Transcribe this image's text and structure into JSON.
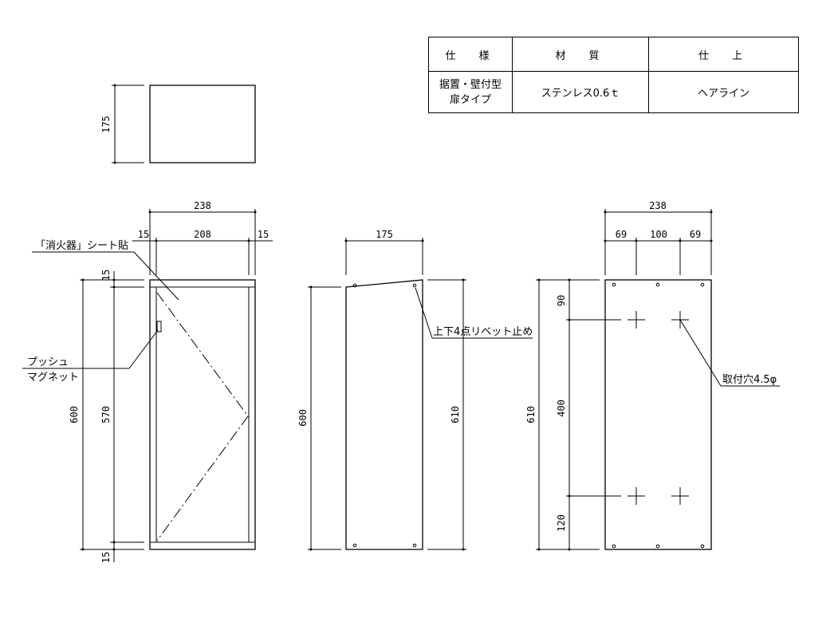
{
  "spec_table": {
    "headers": [
      "仕　様",
      "材　質",
      "仕　上"
    ],
    "row": {
      "spec_line1": "据置・壁付型",
      "spec_line2": "扉タイプ",
      "material": "ステンレス0.6ｔ",
      "finish": "ヘアライン"
    }
  },
  "top_view": {
    "depth_dim": "175"
  },
  "front_view": {
    "width_overall": "238",
    "side_left": "15",
    "inner_width": "208",
    "side_right": "15",
    "top_plate": "15",
    "inner_height": "570",
    "overall_height": "600",
    "bottom_plate": "15",
    "sheet_note": "「消火器」シート貼",
    "magnet_line1": "プッシュ",
    "magnet_line2": "マグネット"
  },
  "side_view": {
    "depth": "175",
    "height_left": "600",
    "height_right": "610",
    "rivet_note": "上下4点リベット止め"
  },
  "back_view": {
    "width_overall": "238",
    "hole_pitch_left": "69",
    "hole_pitch_center": "100",
    "hole_pitch_right": "69",
    "overall_height": "610",
    "top_offset": "90",
    "hole_vertical_pitch": "400",
    "bottom_offset": "120",
    "hole_note": "取付穴4.5φ"
  }
}
